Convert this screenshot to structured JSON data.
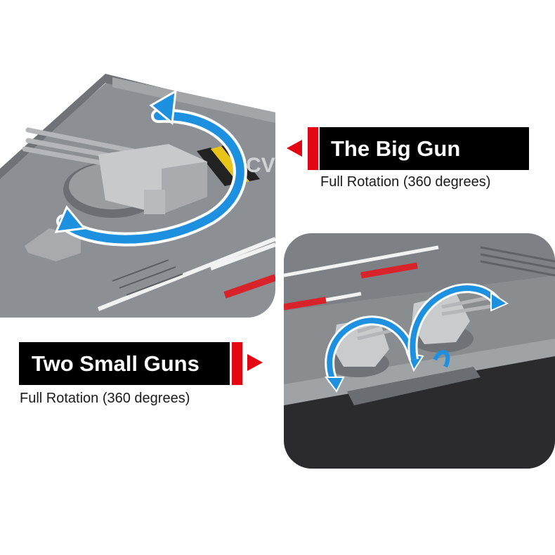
{
  "callouts": {
    "big_gun": {
      "title": "The Big Gun",
      "caption": "Full Rotation (360 degrees)"
    },
    "small_guns": {
      "title": "Two Small Guns",
      "caption": "Full Rotation (360 degrees)"
    }
  },
  "deck_marking": "CV",
  "colors": {
    "accent_red": "#e30613",
    "label_black": "#000000",
    "rotation_arrow_blue": "#1e90e0",
    "deck_gray": "#8a8d90"
  },
  "icons": {
    "rotation_arrow": "curved-double-arrow",
    "pointer": "triangle"
  }
}
